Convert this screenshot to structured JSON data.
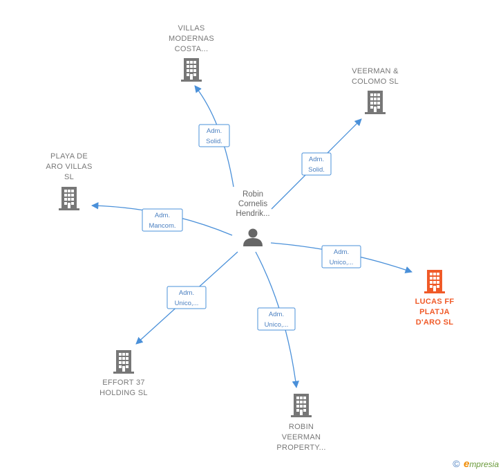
{
  "center": {
    "name_lines": [
      "Robin",
      "Cornelis",
      "Hendrik..."
    ],
    "icon": "person-icon"
  },
  "companies": [
    {
      "id": "villas-modernas",
      "lines": [
        "VILLAS",
        "MODERNAS",
        "COSTA..."
      ],
      "highlight": false,
      "icon": "building-icon"
    },
    {
      "id": "veerman-colomo",
      "lines": [
        "VEERMAN &",
        "COLOMO  SL"
      ],
      "highlight": false,
      "icon": "building-icon"
    },
    {
      "id": "playa-de-aro",
      "lines": [
        "PLAYA DE",
        "ARO VILLAS",
        "SL"
      ],
      "highlight": false,
      "icon": "building-icon"
    },
    {
      "id": "lucas-ff",
      "lines": [
        "LUCAS FF",
        "PLATJA",
        "D'ARO  SL"
      ],
      "highlight": true,
      "icon": "building-icon"
    },
    {
      "id": "effort-37",
      "lines": [
        "EFFORT 37",
        "HOLDING  SL"
      ],
      "highlight": false,
      "icon": "building-icon"
    },
    {
      "id": "robin-veerman",
      "lines": [
        "ROBIN",
        "VEERMAN",
        "PROPERTY..."
      ],
      "highlight": false,
      "icon": "building-icon"
    }
  ],
  "edges": [
    {
      "to": "villas-modernas",
      "lines": [
        "Adm.",
        "Solid."
      ]
    },
    {
      "to": "veerman-colomo",
      "lines": [
        "Adm.",
        "Solid."
      ]
    },
    {
      "to": "playa-de-aro",
      "lines": [
        "Adm.",
        "Mancom."
      ]
    },
    {
      "to": "lucas-ff",
      "lines": [
        "Adm.",
        "Unico,..."
      ]
    },
    {
      "to": "effort-37",
      "lines": [
        "Adm.",
        "Unico,..."
      ]
    },
    {
      "to": "robin-veerman",
      "lines": [
        "Adm.",
        "Unico,..."
      ]
    }
  ],
  "colors": {
    "edge": "#4a90d9",
    "building": "#777777",
    "highlight": "#f05a28"
  },
  "footer": {
    "copyright_symbol": "©",
    "brand_initial": "e",
    "brand_rest": "mpresia"
  }
}
